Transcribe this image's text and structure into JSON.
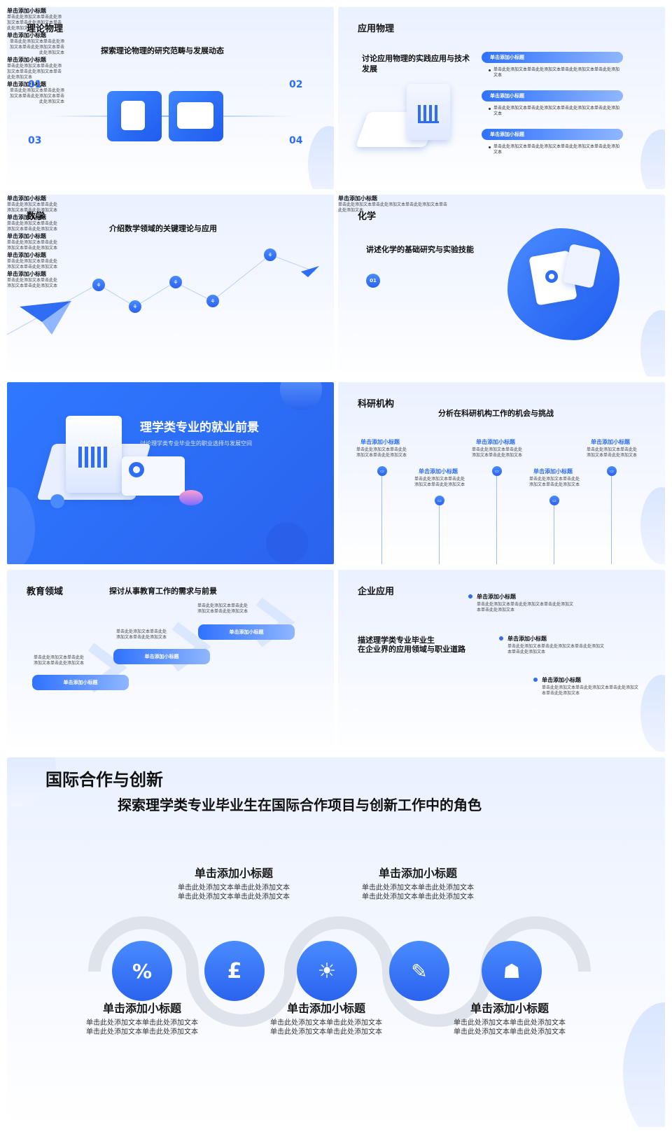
{
  "slides": {
    "theory": {
      "title": "理论物理",
      "subtitle": "探索理论物理的研究范畴与发展动态",
      "items": [
        {
          "num": "01",
          "heading": "单击添加小标题",
          "text": "单击此处添加文本单击此处添加文本单击此处添加文本单击此处添加文本"
        },
        {
          "num": "02",
          "heading": "单击添加小标题",
          "text": "单击此处添加文本单击此处添加文本单击此处添加文本单击此处添加文本"
        },
        {
          "num": "03",
          "heading": "单击添加小标题",
          "text": "单击此处添加文本单击此处添加文本单击此处添加文本单击此处添加文本"
        },
        {
          "num": "04",
          "heading": "单击添加小标题",
          "text": "单击此处添加文本单击此处添加文本单击此处添加文本单击此处添加文本"
        }
      ]
    },
    "applied": {
      "title": "应用物理",
      "subtitle": "讨论应用物理的实践应用与技术发展",
      "items": [
        {
          "heading": "单击添加小标题",
          "text": "单击此处添加文本单击此处添加文本单击此处添加文本单击此处添加文本"
        },
        {
          "heading": "单击添加小标题",
          "text": "单击此处添加文本单击此处添加文本单击此处添加文本单击此处添加文本"
        },
        {
          "heading": "单击添加小标题",
          "text": "单击此处添加文本单击此处添加文本单击此处添加文本单击此处添加文本"
        }
      ]
    },
    "math": {
      "title": "数学",
      "subtitle": "介绍数学领域的关键理论与应用",
      "items": [
        {
          "heading": "单击添加小标题",
          "text": "单击此处添加文本单击此处添加文本单击此处添加文本"
        },
        {
          "heading": "单击添加小标题",
          "text": "单击此处添加文本单击此处添加文本单击此处添加文本"
        },
        {
          "heading": "单击添加小标题",
          "text": "单击此处添加文本单击此处添加文本单击此处添加文本"
        },
        {
          "heading": "单击添加小标题",
          "text": "单击此处添加文本单击此处添加文本单击此处添加文本"
        },
        {
          "heading": "单击添加小标题",
          "text": "单击此处添加文本单击此处添加文本单击此处添加文本"
        }
      ]
    },
    "chemistry": {
      "title": "化学",
      "subtitle": "讲述化学的基础研究与实验技能",
      "item": {
        "num": "01",
        "heading": "单击添加小标题",
        "text": "单击此处添加文本单击此处添加文本单击此处添加文本单击此处添加文本"
      }
    },
    "cover": {
      "title": "理学类专业的就业前景",
      "subtitle": "讨论理学类专业毕业生的职业选择与发展空间"
    },
    "research": {
      "title": "科研机构",
      "subtitle": "分析在科研机构工作的机会与挑战",
      "items": [
        {
          "heading": "单击添加小标题",
          "text": "单击此处添加文本单击此处添加文本单击此处添加文本"
        },
        {
          "heading": "单击添加小标题",
          "text": "单击此处添加文本单击此处添加文本单击此处添加文本"
        },
        {
          "heading": "单击添加小标题",
          "text": "单击此处添加文本单击此处添加文本单击此处添加文本"
        },
        {
          "heading": "单击添加小标题",
          "text": "单击此处添加文本单击此处添加文本单击此处添加文本"
        },
        {
          "heading": "单击添加小标题",
          "text": "单击此处添加文本单击此处添加文本单击此处添加文本"
        }
      ]
    },
    "education": {
      "title": "教育领域",
      "subtitle": "探讨从事教育工作的需求与前景",
      "items": [
        {
          "heading": "单击添加小标题",
          "text": "单击此处添加文本单击此处添加文本单击此处添加文本"
        },
        {
          "heading": "单击添加小标题",
          "text": "单击此处添加文本单击此处添加文本单击此处添加文本"
        },
        {
          "heading": "单击添加小标题",
          "text": "单击此处添加文本单击此处添加文本单击此处添加文本"
        }
      ]
    },
    "enterprise": {
      "title": "企业应用",
      "subtitle_line1": "描述理学类专业毕业生",
      "subtitle_line2": "在企业界的应用领域与职业道路",
      "items": [
        {
          "heading": "单击添加小标题",
          "text": "单击此处添加文本单击此处添加文本单击此处添加文本单击此处添加文本"
        },
        {
          "heading": "单击添加小标题",
          "text": "单击此处添加文本单击此处添加文本单击此处添加文本单击此处添加文本"
        },
        {
          "heading": "单击添加小标题",
          "text": "单击此处添加文本单击此处添加文本单击此处添加文本单击此处添加文本"
        }
      ]
    },
    "international": {
      "title": "国际合作与创新",
      "subtitle": "探索理学类专业毕业生在国际合作项目与创新工作中的角色",
      "top_items": [
        {
          "heading": "单击添加小标题",
          "text": "单击此处添加文本单击此处添加文本单击此处添加文本单击此处添加文本"
        },
        {
          "heading": "单击添加小标题",
          "text": "单击此处添加文本单击此处添加文本单击此处添加文本单击此处添加文本"
        }
      ],
      "bottom_items": [
        {
          "heading": "单击添加小标题",
          "text": "单击此处添加文本单击此处添加文本单击此处添加文本单击此处添加文本"
        },
        {
          "heading": "单击添加小标题",
          "text": "单击此处添加文本单击此处添加文本单击此处添加文本单击此处添加文本"
        },
        {
          "heading": "单击添加小标题",
          "text": "单击此处添加文本单击此处添加文本单击此处添加文本单击此处添加文本"
        }
      ],
      "icons": [
        "percent-icon",
        "money-bag-icon",
        "lightbulb-icon",
        "presenter-icon",
        "team-icon"
      ]
    }
  },
  "colors": {
    "accent": "#2f6df5",
    "accent_dark": "#1f5cf0",
    "accent_light": "#8fb6ff",
    "bg": "#eef3ff"
  }
}
